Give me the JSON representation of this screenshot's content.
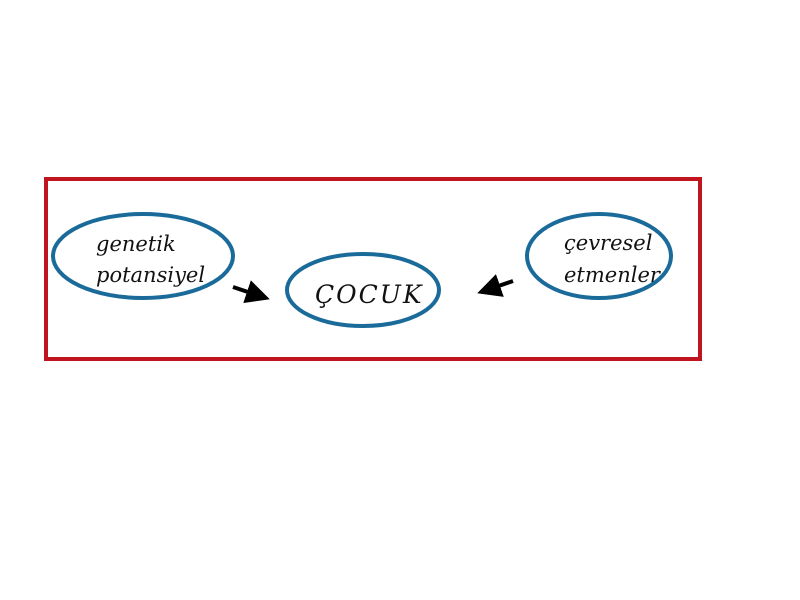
{
  "diagram": {
    "nodes": {
      "genetic": {
        "lines": [
          "genetik",
          "potansiyel"
        ]
      },
      "child": {
        "label": "ÇOCUK"
      },
      "environment": {
        "lines": [
          "çevresel",
          "etmenler"
        ]
      }
    },
    "edges": [
      {
        "from": "genetic",
        "to": "child"
      },
      {
        "from": "environment",
        "to": "child"
      }
    ]
  },
  "colors": {
    "frame": "#c0141e",
    "ellipse": "#1a6a9a",
    "arrow": "#000000",
    "text": "#111111"
  }
}
